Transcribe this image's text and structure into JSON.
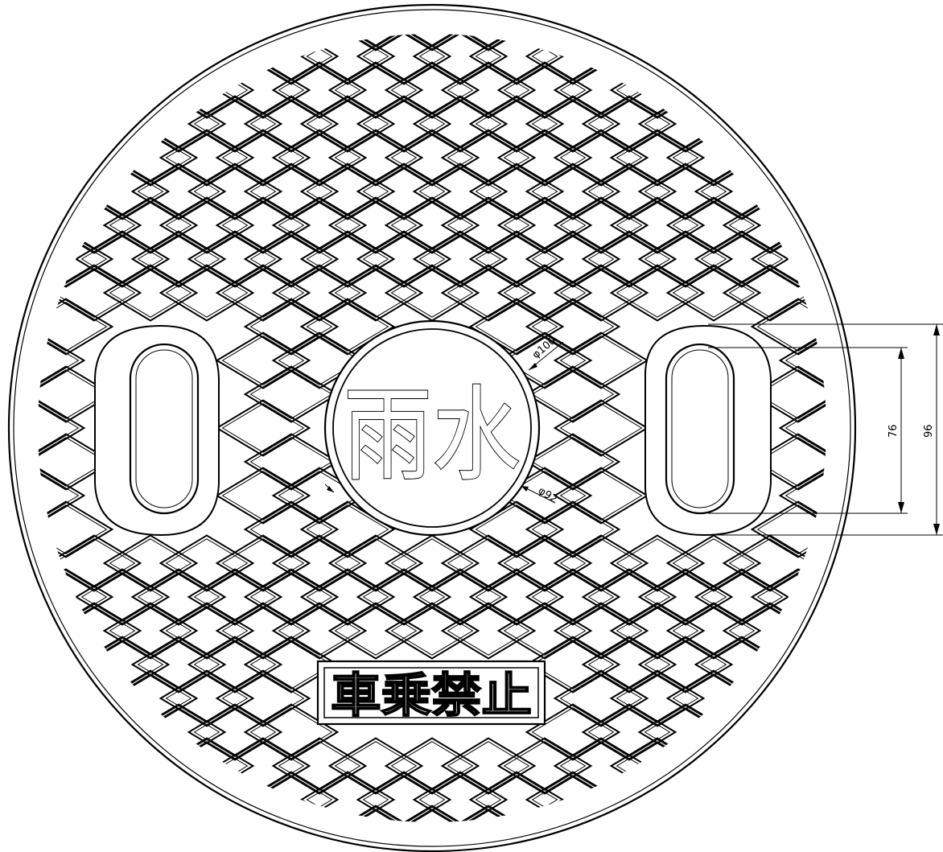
{
  "center_mark": {
    "text": "雨水"
  },
  "plate_mark": {
    "text": "車乗禁止"
  },
  "dimensions": {
    "outer_center_diameter": "φ100",
    "inner_center_diameter": "φ92",
    "handle_inner_height": "76",
    "handle_outer_height": "96"
  },
  "colors": {
    "line": "#000000",
    "background": "#ffffff"
  }
}
